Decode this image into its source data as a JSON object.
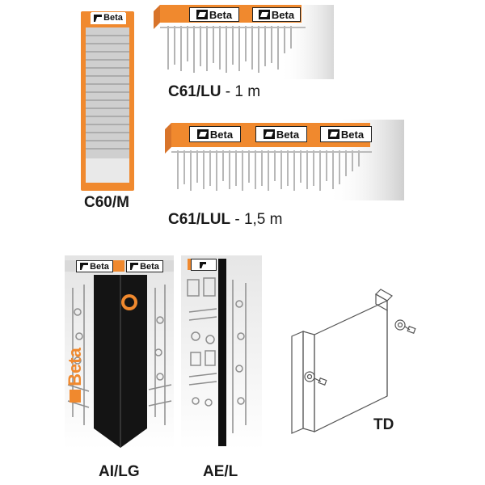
{
  "labels": {
    "c60m": "C60/M",
    "c61lu_code": "C61/LU",
    "c61lu_size": " - 1 m",
    "c61lul_code": "C61/LUL",
    "c61lul_size": " - 1,5 m",
    "ailg": "AI/LG",
    "ael": "AE/L",
    "td": "TD"
  },
  "brand": {
    "name": "Beta",
    "color": "#f0892e",
    "icon": "beta-logo-icon"
  }
}
